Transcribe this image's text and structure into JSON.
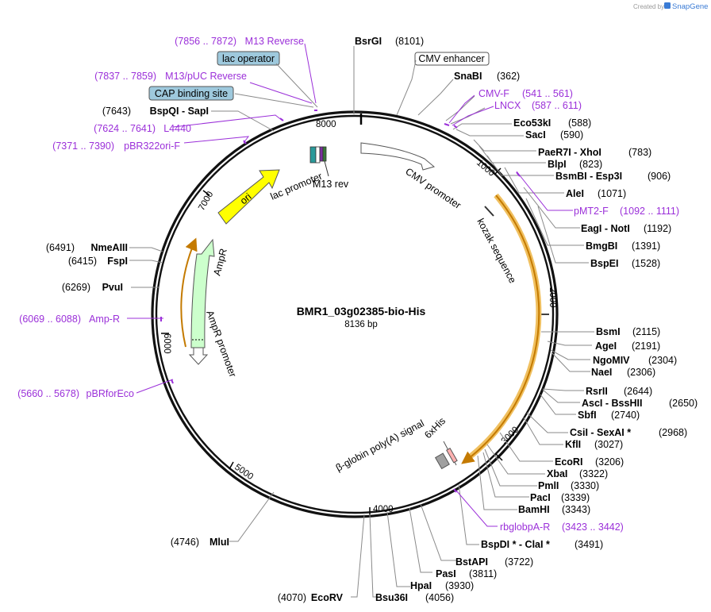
{
  "credit": {
    "created_by": "Created by",
    "brand": "SnapGene"
  },
  "plasmid": {
    "name": "BMR1_03g02385-bio-His",
    "size_label": "8136 bp",
    "length": 8136
  },
  "ring_ticks": [
    "1000",
    "2000",
    "3000",
    "4000",
    "5000",
    "6000",
    "7000",
    "8000"
  ],
  "features": [
    {
      "name": "CMV promoter",
      "color": "#ffffff"
    },
    {
      "name": "kozak sequence",
      "color": "#ffffff"
    },
    {
      "name": "6xHis",
      "color": "#ffffff"
    },
    {
      "name": "β-globin poly(A) signal",
      "color": "#a0a0a0"
    },
    {
      "name": "AmpR promoter",
      "color": "#ffffff"
    },
    {
      "name": "AmpR",
      "color": "#ccffcc"
    },
    {
      "name": "ori",
      "color": "#ffff00"
    },
    {
      "name": "lac promoter",
      "color": "#ffffff"
    },
    {
      "name": "M13 rev",
      "color": "#ffffff"
    }
  ],
  "boxed_labels": [
    {
      "text": "lac operator",
      "style": "blue"
    },
    {
      "text": "CAP binding site",
      "style": "blue"
    },
    {
      "text": "CMV enhancer",
      "style": "white"
    }
  ],
  "sites": [
    {
      "name": "BsrGI",
      "pos": "(8101)",
      "kind": "enzyme"
    },
    {
      "name": "SnaBI",
      "pos": "(362)",
      "kind": "enzyme"
    },
    {
      "name": "CMV-F",
      "pos": "(541 .. 561)",
      "kind": "primer"
    },
    {
      "name": "LNCX",
      "pos": "(587 .. 611)",
      "kind": "primer"
    },
    {
      "name": "Eco53kI",
      "pos": "(588)",
      "kind": "enzyme"
    },
    {
      "name": "SacI",
      "pos": "(590)",
      "kind": "enzyme"
    },
    {
      "name": "PaeR7I  -  XhoI",
      "pos": "(783)",
      "kind": "enzyme"
    },
    {
      "name": "BlpI",
      "pos": "(823)",
      "kind": "enzyme"
    },
    {
      "name": "BsmBI  -  Esp3I",
      "pos": "(906)",
      "kind": "enzyme"
    },
    {
      "name": "AleI",
      "pos": "(1071)",
      "kind": "enzyme"
    },
    {
      "name": "pMT2-F",
      "pos": "(1092 .. 1111)",
      "kind": "primer"
    },
    {
      "name": "EagI  -  NotI",
      "pos": "(1192)",
      "kind": "enzyme"
    },
    {
      "name": "BmgBI",
      "pos": "(1391)",
      "kind": "enzyme"
    },
    {
      "name": "BspEI",
      "pos": "(1528)",
      "kind": "enzyme"
    },
    {
      "name": "BsmI",
      "pos": "(2115)",
      "kind": "enzyme"
    },
    {
      "name": "AgeI",
      "pos": "(2191)",
      "kind": "enzyme"
    },
    {
      "name": "NgoMIV",
      "pos": "(2304)",
      "kind": "enzyme"
    },
    {
      "name": "NaeI",
      "pos": "(2306)",
      "kind": "enzyme"
    },
    {
      "name": "RsrII",
      "pos": "(2644)",
      "kind": "enzyme"
    },
    {
      "name": "AscI  -  BssHII",
      "pos": "(2650)",
      "kind": "enzyme"
    },
    {
      "name": "SbfI",
      "pos": "(2740)",
      "kind": "enzyme"
    },
    {
      "name": "CsiI  -  SexAI *",
      "pos": "(2968)",
      "kind": "enzyme"
    },
    {
      "name": "KflI",
      "pos": "(3027)",
      "kind": "enzyme"
    },
    {
      "name": "EcoRI",
      "pos": "(3206)",
      "kind": "enzyme"
    },
    {
      "name": "XbaI",
      "pos": "(3322)",
      "kind": "enzyme"
    },
    {
      "name": "PmlI",
      "pos": "(3330)",
      "kind": "enzyme"
    },
    {
      "name": "PacI",
      "pos": "(3339)",
      "kind": "enzyme"
    },
    {
      "name": "BamHI",
      "pos": "(3343)",
      "kind": "enzyme"
    },
    {
      "name": "rbglobpA-R",
      "pos": "(3423 .. 3442)",
      "kind": "primer"
    },
    {
      "name": "BspDI *  -  ClaI *",
      "pos": "(3491)",
      "kind": "enzyme"
    },
    {
      "name": "BstAPI",
      "pos": "(3722)",
      "kind": "enzyme"
    },
    {
      "name": "PasI",
      "pos": "(3811)",
      "kind": "enzyme"
    },
    {
      "name": "HpaI",
      "pos": "(3930)",
      "kind": "enzyme"
    },
    {
      "name": "Bsu36I",
      "pos": "(4056)",
      "kind": "enzyme"
    },
    {
      "name": "EcoRV",
      "pos": "(4070)",
      "kind": "enzyme"
    },
    {
      "name": "MluI",
      "pos": "(4746)",
      "kind": "enzyme"
    },
    {
      "name": "pBRforEco",
      "pos": "(5660 .. 5678)",
      "kind": "primer"
    },
    {
      "name": "Amp-R",
      "pos": "(6069 .. 6088)",
      "kind": "primer"
    },
    {
      "name": "PvuI",
      "pos": "(6269)",
      "kind": "enzyme"
    },
    {
      "name": "FspI",
      "pos": "(6415)",
      "kind": "enzyme"
    },
    {
      "name": "NmeAIII",
      "pos": "(6491)",
      "kind": "enzyme"
    },
    {
      "name": "pBR322ori-F",
      "pos": "(7371 .. 7390)",
      "kind": "primer"
    },
    {
      "name": "L4440",
      "pos": "(7624 .. 7641)",
      "kind": "primer"
    },
    {
      "name": "BspQI  -  SapI",
      "pos": "(7643)",
      "kind": "enzyme"
    },
    {
      "name": "M13/pUC Reverse",
      "pos": "(7837 .. 7859)",
      "kind": "primer"
    },
    {
      "name": "M13 Reverse",
      "pos": "(7856 .. 7872)",
      "kind": "primer"
    }
  ]
}
